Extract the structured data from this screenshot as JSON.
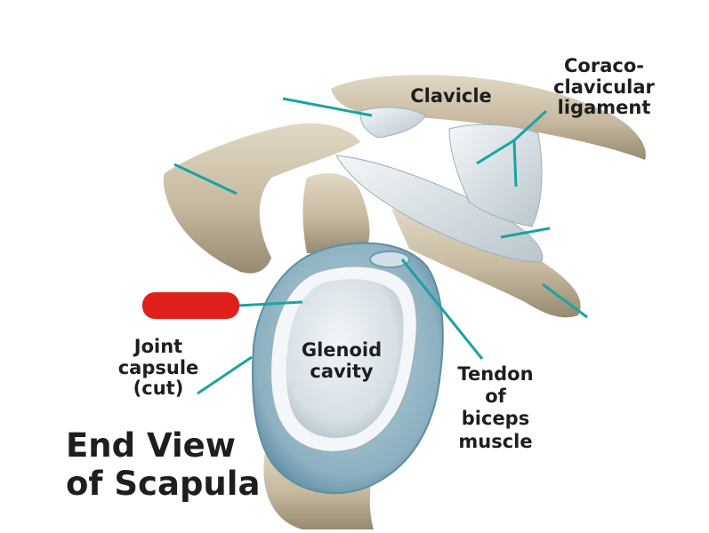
{
  "labels": {
    "clavicle": "Clavicle",
    "coraco_ligament": "Coraco-\nclavicular\nligament",
    "joint_capsule": "Joint\ncapsule\n(cut)",
    "glenoid_cavity": "Glenoid\ncavity",
    "tendon_biceps": "Tendon\nof\nbiceps\nmuscle",
    "caption": "End View\nof Scapula"
  },
  "colors": {
    "bone": "#c9bda5",
    "bone_shadow": "#9a8d72",
    "ligament": "#dfe6ea",
    "capsule": "#8fb4c4",
    "capsule_rim": "#6f9aad",
    "cavity": "#e3eaee",
    "leader_line": "#1aa3a3",
    "redaction": "#e0201a",
    "text": "#1e1e1e"
  }
}
